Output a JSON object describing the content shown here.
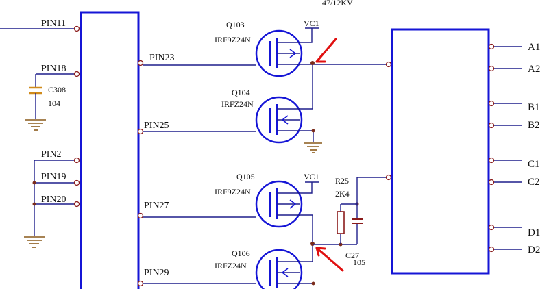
{
  "top_note": "47/12KV",
  "left_block_pins": {
    "pin11": "PIN11",
    "pin18": "PIN18",
    "pin2": "PIN2",
    "pin19": "PIN19",
    "pin20": "PIN20",
    "pin23": "PIN23",
    "pin25": "PIN25",
    "pin27": "PIN27",
    "pin29": "PIN29"
  },
  "capacitor_c308": {
    "ref": "C308",
    "value": "104"
  },
  "transistors": {
    "q103": {
      "ref": "Q103",
      "part": "IRF9Z24N"
    },
    "q104": {
      "ref": "Q104",
      "part": "IRFZ24N"
    },
    "q105": {
      "ref": "Q105",
      "part": "IRF9Z24N"
    },
    "q106": {
      "ref": "Q106",
      "part": "IRFZ24N"
    }
  },
  "supply": {
    "vc1_top": "VC1",
    "vc1_bottom": "VC1"
  },
  "resistor_r25": {
    "ref": "R25",
    "value": "2K4"
  },
  "capacitor_c27": {
    "ref": "C27",
    "value": "105"
  },
  "right_block_ports": {
    "a1": "A1",
    "a2": "A2",
    "b1": "B1",
    "b2": "B2",
    "c1": "C1",
    "c2": "C2",
    "d1": "D1",
    "d2": "D2"
  }
}
